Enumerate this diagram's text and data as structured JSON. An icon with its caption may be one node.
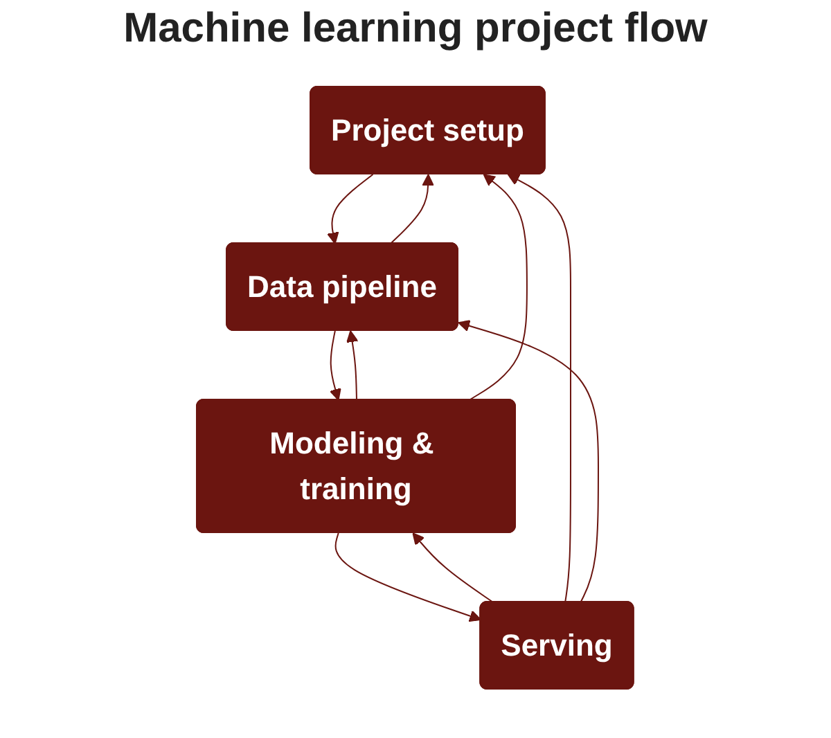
{
  "diagram": {
    "title": "Machine learning project flow",
    "nodes": [
      {
        "text": [
          "Project setup"
        ]
      },
      {
        "text": [
          "Data pipeline"
        ]
      },
      {
        "text": [
          "Modeling & training"
        ]
      },
      {
        "text": [
          "Serving"
        ]
      }
    ],
    "edges": [
      {
        "from": 0,
        "to": 1,
        "arrow": "to"
      },
      {
        "from": 1,
        "to": 2,
        "arrow": "to"
      },
      {
        "from": 2,
        "to": 3,
        "arrow": "to"
      },
      {
        "from": 1,
        "to": 0,
        "arrow": "to"
      },
      {
        "from": 2,
        "to": 1,
        "arrow": "to"
      },
      {
        "from": 3,
        "to": 2,
        "arrow": "to"
      },
      {
        "from": 2,
        "to": 0,
        "arrow": "to"
      },
      {
        "from": 3,
        "to": 0,
        "arrow": "to"
      },
      {
        "from": 3,
        "to": 1,
        "arrow": "to"
      }
    ]
  }
}
